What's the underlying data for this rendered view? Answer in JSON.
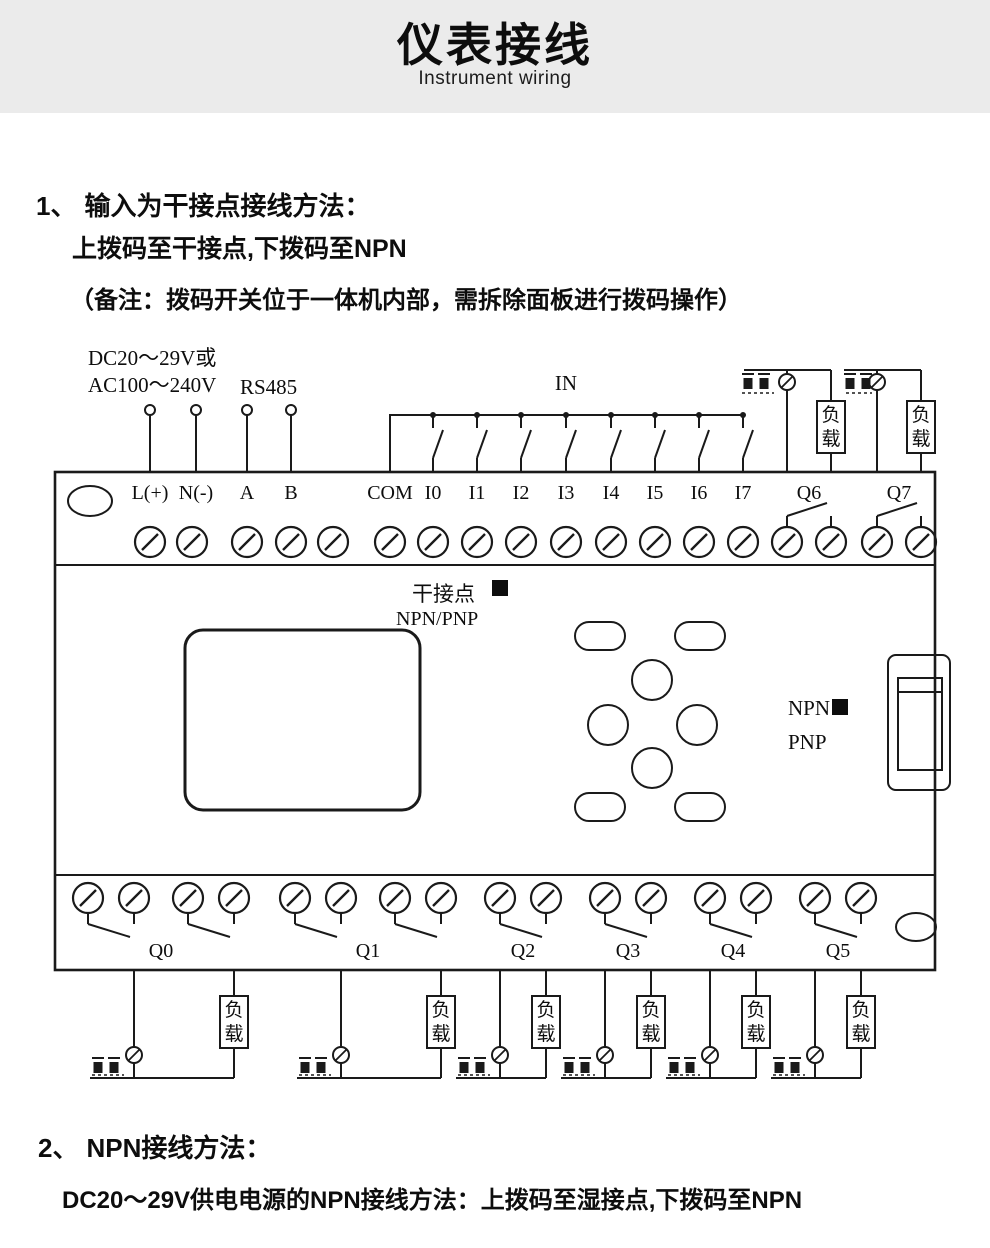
{
  "header": {
    "title": "仪表接线",
    "subtitle": "Instrument wiring"
  },
  "section1": {
    "number": "1、",
    "heading": "输入为干接点接线方法：",
    "line1": "上拨码至干接点,下拨码至NPN",
    "note": "（备注：拨码开关位于一体机内部，需拆除面板进行拨码操作）"
  },
  "diagram": {
    "power_supply_line1": "DC20～29V或",
    "power_supply_line2": "AC100～240V",
    "rs485": "RS485",
    "in": "IN",
    "terminals_top": [
      "L(+)",
      "N(-)",
      "A",
      "B",
      "COM",
      "I0",
      "I1",
      "I2",
      "I3",
      "I4",
      "I5",
      "I6",
      "I7"
    ],
    "q6": "Q6",
    "q7": "Q7",
    "dry_contact": "干接点",
    "npn_pnp": "NPN/PNP",
    "npn": "NPN",
    "pnp": "PNP",
    "load": "负载",
    "outputs_bottom": [
      "Q0",
      "Q1",
      "Q2",
      "Q3",
      "Q4",
      "Q5"
    ]
  },
  "section2": {
    "number": "2、",
    "heading": "NPN接线方法：",
    "line1": "DC20～29V供电电源的NPN接线方法：上拨码至湿接点,下拨码至NPN"
  }
}
